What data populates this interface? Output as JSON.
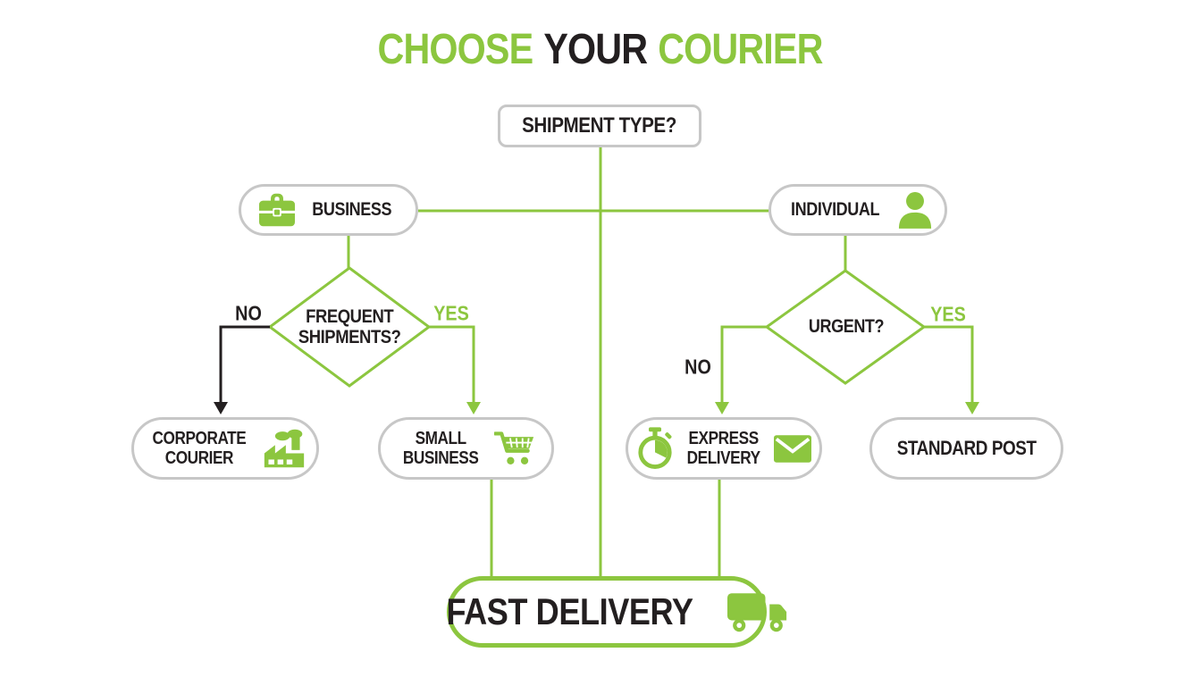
{
  "colors": {
    "green": "#8CC63F",
    "black": "#231F20",
    "border_gray": "#C7C7C7",
    "background": "#FFFFFF"
  },
  "title": {
    "choose": "CHOOSE",
    "your": "YOUR",
    "courier": "COURIER"
  },
  "nodes": {
    "shipment_type": {
      "label": "SHIPMENT TYPE?"
    },
    "business": {
      "label": "BUSINESS",
      "icon": "briefcase-icon"
    },
    "individual": {
      "label": "INDIVIDUAL",
      "icon": "person-icon"
    },
    "corporate_courier": {
      "line1": "CORPORATE",
      "line2": "COURIER",
      "icon": "factory-icon"
    },
    "small_business": {
      "line1": "SMALL",
      "line2": "BUSINESS",
      "icon": "cart-icon"
    },
    "express_delivery": {
      "line1": "EXPRESS",
      "line2": "DELIVERY",
      "icon_left": "stopwatch-icon",
      "icon_right": "envelope-icon"
    },
    "standard_post": {
      "label": "STANDARD POST"
    },
    "fast_delivery": {
      "label": "FAST DELIVERY",
      "icon": "truck-icon"
    }
  },
  "decisions": {
    "frequent_shipments": {
      "line1": "FREQUENT",
      "line2": "SHIPMENTS?",
      "no": "NO",
      "yes": "YES"
    },
    "urgent": {
      "label": "URGENT?",
      "no": "NO",
      "yes": "YES"
    }
  }
}
